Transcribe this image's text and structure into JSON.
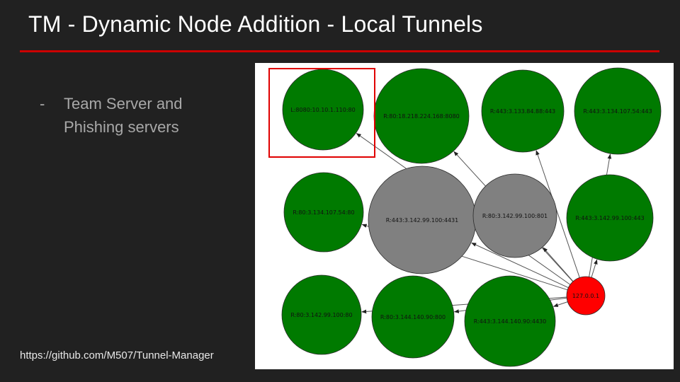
{
  "slide": {
    "title": "TM - Dynamic Node Addition - Local Tunnels",
    "bullet_marker": "-",
    "bullet_text": "Team Server and Phishing servers",
    "footer_url": "https://github.com/M507/Tunnel-Manager"
  },
  "colors": {
    "background": "#212121",
    "accent_red": "#cc0000",
    "node_green": "#007a00",
    "node_gray": "#808080",
    "node_red": "#ff0000",
    "highlight_box": "#e00000"
  },
  "graph": {
    "hub": "127.0.0.1",
    "highlighted_node": "L:8080:10.10.1.110:80",
    "nodes": [
      {
        "id": "n1",
        "label": "L:8080:10.10.1.110:80",
        "color": "green",
        "highlighted": true
      },
      {
        "id": "n2",
        "label": "R:80:18.218.224.168:8080",
        "color": "green"
      },
      {
        "id": "n3",
        "label": "R:443:3.133.84.88:443",
        "color": "green"
      },
      {
        "id": "n4",
        "label": "R:443:3.134.107.54:443",
        "color": "green"
      },
      {
        "id": "n5",
        "label": "R:80:3.134.107.54:80",
        "color": "green"
      },
      {
        "id": "n6",
        "label": "R:443:3.142.99.100:4431",
        "color": "gray"
      },
      {
        "id": "n7",
        "label": "R:80:3.142.99.100:801",
        "color": "gray"
      },
      {
        "id": "n8",
        "label": "R:443:3.142.99.100:443",
        "color": "green"
      },
      {
        "id": "n9",
        "label": "R:80:3.142.99.100:80",
        "color": "green"
      },
      {
        "id": "n10",
        "label": "R:80:3.144.140.90:800",
        "color": "green"
      },
      {
        "id": "n11",
        "label": "R:443:3.144.140.90:4430",
        "color": "green"
      },
      {
        "id": "hub",
        "label": "127.0.0.1",
        "color": "red"
      }
    ],
    "edges": [
      {
        "from": "hub",
        "to": "n1"
      },
      {
        "from": "hub",
        "to": "n2"
      },
      {
        "from": "hub",
        "to": "n3"
      },
      {
        "from": "hub",
        "to": "n4"
      },
      {
        "from": "hub",
        "to": "n5"
      },
      {
        "from": "hub",
        "to": "n6"
      },
      {
        "from": "hub",
        "to": "n7"
      },
      {
        "from": "hub",
        "to": "n8"
      },
      {
        "from": "hub",
        "to": "n9"
      },
      {
        "from": "hub",
        "to": "n10"
      },
      {
        "from": "hub",
        "to": "n11"
      }
    ]
  }
}
